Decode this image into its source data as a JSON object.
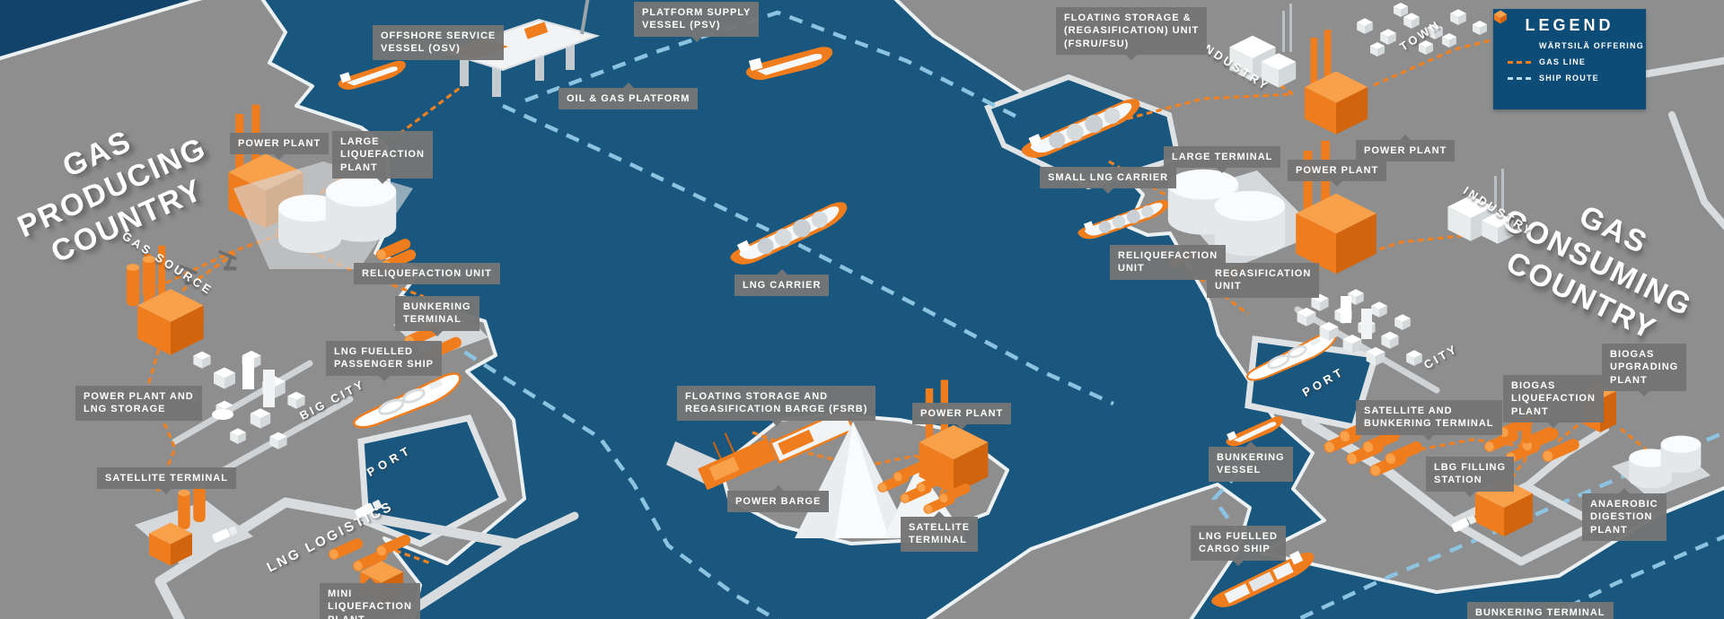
{
  "legend": {
    "title": "LEGEND",
    "items": [
      {
        "icon": "wartsila-cube-icon",
        "label": "WÄRTSILÄ OFFERING"
      },
      {
        "icon": "gas-line-icon",
        "label": "GAS LINE"
      },
      {
        "icon": "ship-route-icon",
        "label": "SHIP ROUTE"
      }
    ]
  },
  "countries": {
    "producing": "GAS\nPRODUCING\nCOUNTRY",
    "consuming": "GAS\nCONSUMING\nCOUNTRY"
  },
  "places": {
    "gas_source": "GAS SOURCE",
    "big_city": "BIG CITY",
    "port_left": "PORT",
    "lng_logistics": "LNG LOGISTICS",
    "industry_top": "INDUSTRY",
    "town": "TOWN",
    "industry_right": "INDUSTRY",
    "city_right": "CITY",
    "port_right": "PORT"
  },
  "chips": {
    "osv": "OFFSHORE SERVICE\nVESSEL (OSV)",
    "psv": "PLATFORM SUPPLY\nVESSEL (PSV)",
    "oil_gas_platform": "OIL & GAS PLATFORM",
    "fsru": "FLOATING STORAGE &\n(REGASIFICATION) UNIT\n(FSRU/FSU)",
    "power_plant_left": "POWER PLANT",
    "large_liquefaction": "LARGE\nLIQUEFACTION\nPLANT",
    "reliquefaction_left": "RELIQUEFACTION UNIT",
    "bunkering_terminal_left": "BUNKERING\nTERMINAL",
    "lng_passenger_ship": "LNG FUELLED\nPASSENGER SHIP",
    "power_plant_lng_storage": "POWER PLANT AND\nLNG STORAGE",
    "satellite_terminal_left": "SATELLITE TERMINAL",
    "mini_liquefaction": "MINI\nLIQUEFACTION\nPLANT",
    "lng_carrier": "LNG CARRIER",
    "fsrb": "FLOATING STORAGE AND\nREGASIFICATION BARGE (FSRB)",
    "power_plant_center": "POWER PLANT",
    "power_barge": "POWER BARGE",
    "satellite_terminal_center": "SATELLITE\nTERMINAL",
    "small_lng_carrier": "SMALL LNG CARRIER",
    "large_terminal": "LARGE TERMINAL",
    "power_plant_right_mid": "POWER PLANT",
    "power_plant_right_top": "POWER PLANT",
    "reliquefaction_right": "RELIQUEFACTION\nUNIT",
    "regasification": "REGASIFICATION\nUNIT",
    "biogas_upgrading": "BIOGAS\nUPGRADING\nPLANT",
    "biogas_liquefaction": "BIOGAS\nLIQUEFACTION\nPLANT",
    "satellite_bunkering": "SATELLITE AND\nBUNKERING TERMINAL",
    "bunkering_vessel": "BUNKERING\nVESSEL",
    "lbg_filling_station": "LBG FILLING\nSTATION",
    "anaerobic_digestion": "ANAEROBIC\nDIGESTION\nPLANT",
    "lng_cargo_ship": "LNG FUELLED\nCARGO SHIP",
    "bunkering_terminal_bottom": "BUNKERING TERMINAL"
  },
  "colors": {
    "sea": "#19577e",
    "sea_dark": "#12436a",
    "land": "#8e8e8e",
    "coast": "#ecf1f4",
    "road": "#d9dcde",
    "orange": "#ef7d1e",
    "gas_line": "#f08122",
    "ship_route": "#8cc3e0",
    "label_bg": "#757575",
    "legend_bg": "#0d4c77"
  }
}
